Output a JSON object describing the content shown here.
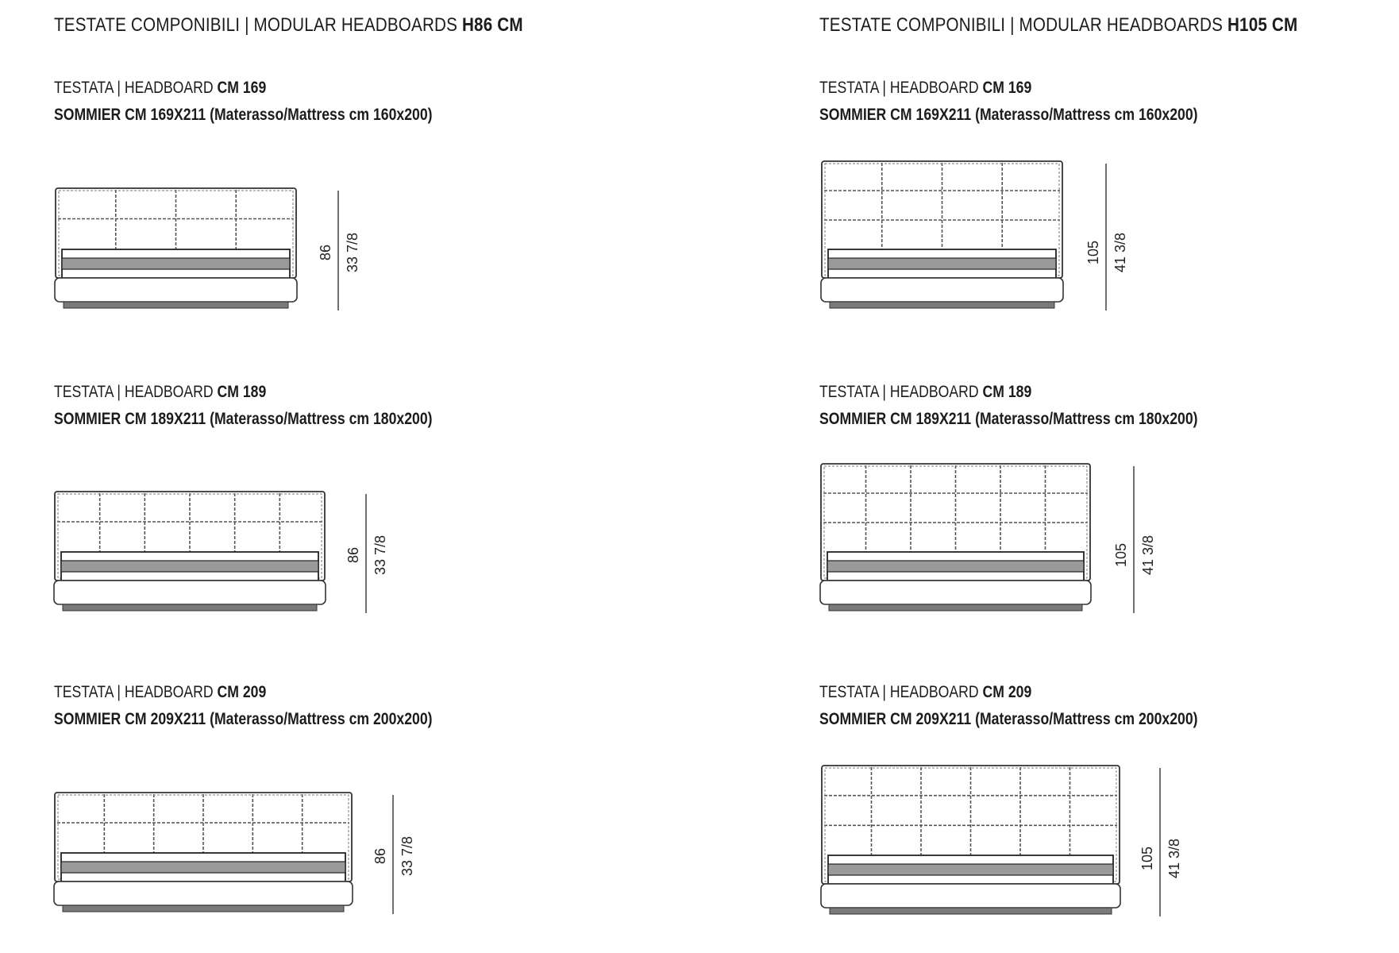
{
  "columns": [
    {
      "title": "TESTATE COMPONIBILI | MODULAR HEADBOARDS",
      "title_bold": "H86 CM",
      "items": [
        {
          "headboard_label": "TESTATA | HEADBOARD",
          "headboard_size": "CM 169",
          "sommier_label": "SOMMIER CM 169X211",
          "mattress_label": "(Materasso/Mattress cm 160x200)",
          "dim_cm": "86",
          "dim_in": "33 7/8"
        },
        {
          "headboard_label": "TESTATA | HEADBOARD",
          "headboard_size": "CM 189",
          "sommier_label": "SOMMIER CM 189X211",
          "mattress_label": "(Materasso/Mattress cm 180x200)",
          "dim_cm": "86",
          "dim_in": "33 7/8"
        },
        {
          "headboard_label": "TESTATA | HEADBOARD",
          "headboard_size": "CM 209",
          "sommier_label": "SOMMIER CM 209X211",
          "mattress_label": "(Materasso/Mattress cm 200x200)",
          "dim_cm": "86",
          "dim_in": "33 7/8"
        }
      ]
    },
    {
      "title": "TESTATE COMPONIBILI | MODULAR HEADBOARDS",
      "title_bold": "H105 CM",
      "items": [
        {
          "headboard_label": "TESTATA | HEADBOARD",
          "headboard_size": "CM 169",
          "sommier_label": "SOMMIER CM 169X211",
          "mattress_label": "(Materasso/Mattress cm 160x200)",
          "dim_cm": "105",
          "dim_in": "41 3/8"
        },
        {
          "headboard_label": "TESTATA | HEADBOARD",
          "headboard_size": "CM 189",
          "sommier_label": "SOMMIER CM 189X211",
          "mattress_label": "(Materasso/Mattress cm 180x200)",
          "dim_cm": "105",
          "dim_in": "41 3/8"
        },
        {
          "headboard_label": "TESTATA | HEADBOARD",
          "headboard_size": "CM 209",
          "sommier_label": "SOMMIER CM 209X211",
          "mattress_label": "(Materasso/Mattress cm 200x200)",
          "dim_cm": "105",
          "dim_in": "41 3/8"
        }
      ]
    }
  ]
}
